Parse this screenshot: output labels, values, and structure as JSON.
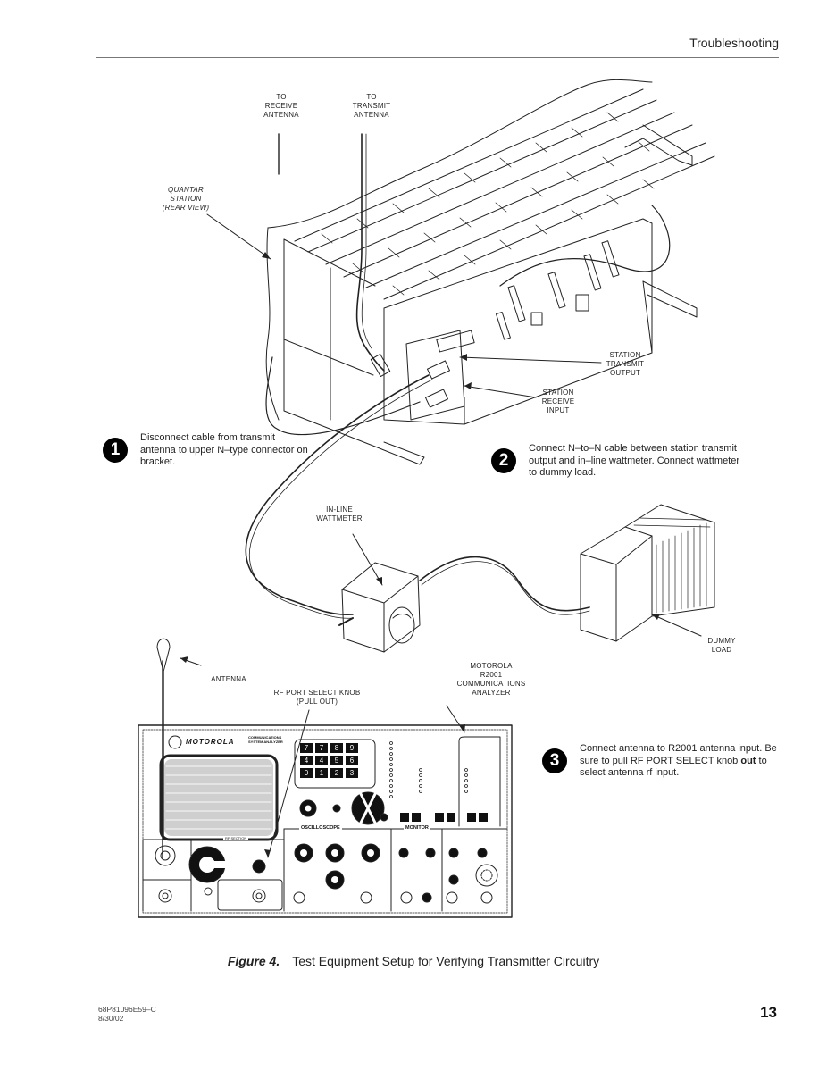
{
  "header": {
    "section_title": "Troubleshooting"
  },
  "figure": {
    "number_label": "Figure 4.",
    "title": "Test Equipment Setup for Verifying Transmitter Circuitry",
    "callouts": {
      "to_receive_antenna": "TO\nRECEIVE\nANTENNA",
      "to_transmit_antenna": "TO\nTRANSMIT\nANTENNA",
      "quantar_station": "QUANTAR\nSTATION\n(REAR VIEW)",
      "station_transmit_output": "STATION\nTRANSMIT\nOUTPUT",
      "station_receive_input": "STATION\nRECEIVE\nINPUT",
      "inline_wattmeter": "IN-LINE\nWATTMETER",
      "dummy_load": "DUMMY\nLOAD",
      "antenna": "ANTENNA",
      "rf_port_select_knob": "RF PORT SELECT KNOB\n(PULL OUT)",
      "analyzer": "MOTOROLA\nR2001\nCOMMUNICATIONS\nANALYZER"
    },
    "analyzer_panel": {
      "brand": "MOTOROLA",
      "subtitle": "COMMUNICATIONS\nSYSTEM ANALYZER",
      "keypad": [
        "7",
        "7",
        "8",
        "9",
        "4",
        "4",
        "5",
        "6",
        "0",
        "1",
        "2",
        "3"
      ],
      "section_labels": {
        "rf_section": "RF SECTION",
        "oscilloscope": "OSCILLOSCOPE",
        "monitor": "MONITOR"
      }
    },
    "steps": [
      {
        "number": "1",
        "text": "Disconnect cable from transmit antenna to upper N–type connector on bracket."
      },
      {
        "number": "2",
        "text": "Connect N–to–N cable between station transmit output and in–line wattmeter. Connect wattmeter to dummy load."
      },
      {
        "number": "3",
        "text_before": "Connect antenna to R2001 antenna input. Be sure to pull RF PORT SELECT knob ",
        "text_bold": "out",
        "text_after": " to select antenna rf input."
      }
    ]
  },
  "footer": {
    "doc_number": "68P81096E59–C",
    "date": "8/30/02",
    "page_number": "13"
  }
}
